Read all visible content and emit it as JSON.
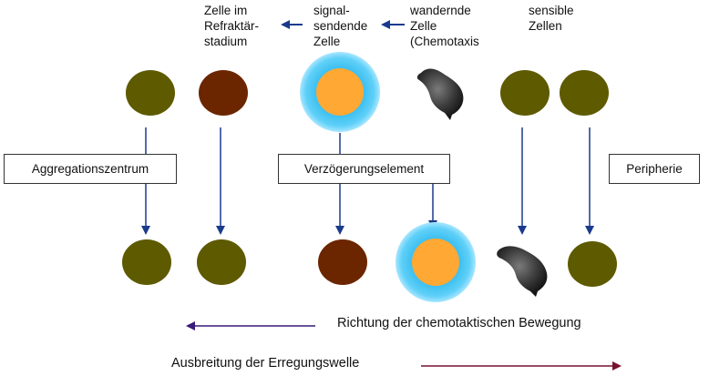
{
  "labels": {
    "refractory": [
      "Zelle im",
      "Refraktär-",
      "stadium"
    ],
    "signal": [
      "signal-",
      "sendende",
      "Zelle"
    ],
    "wandering": [
      "wandernde",
      "Zelle",
      "(Chemotaxis"
    ],
    "sensitive": [
      "sensible",
      "Zellen"
    ]
  },
  "boxes": {
    "aggregation": "Aggregationszentrum",
    "delay": "Verzögerungselement",
    "periphery": "Peripherie"
  },
  "captions": {
    "chemotaxis": "Richtung der chemotaktischen Bewegung",
    "wave": "Ausbreitung der Erregungswelle"
  },
  "colors": {
    "olive": "#5e5a00",
    "brown": "#6b2600",
    "orange": "#ffa833",
    "halo": "#3ec0f0",
    "arrow_blue": "#1a3a8c",
    "arrow_purple": "#3a1a7a",
    "arrow_maroon": "#7a1030"
  }
}
